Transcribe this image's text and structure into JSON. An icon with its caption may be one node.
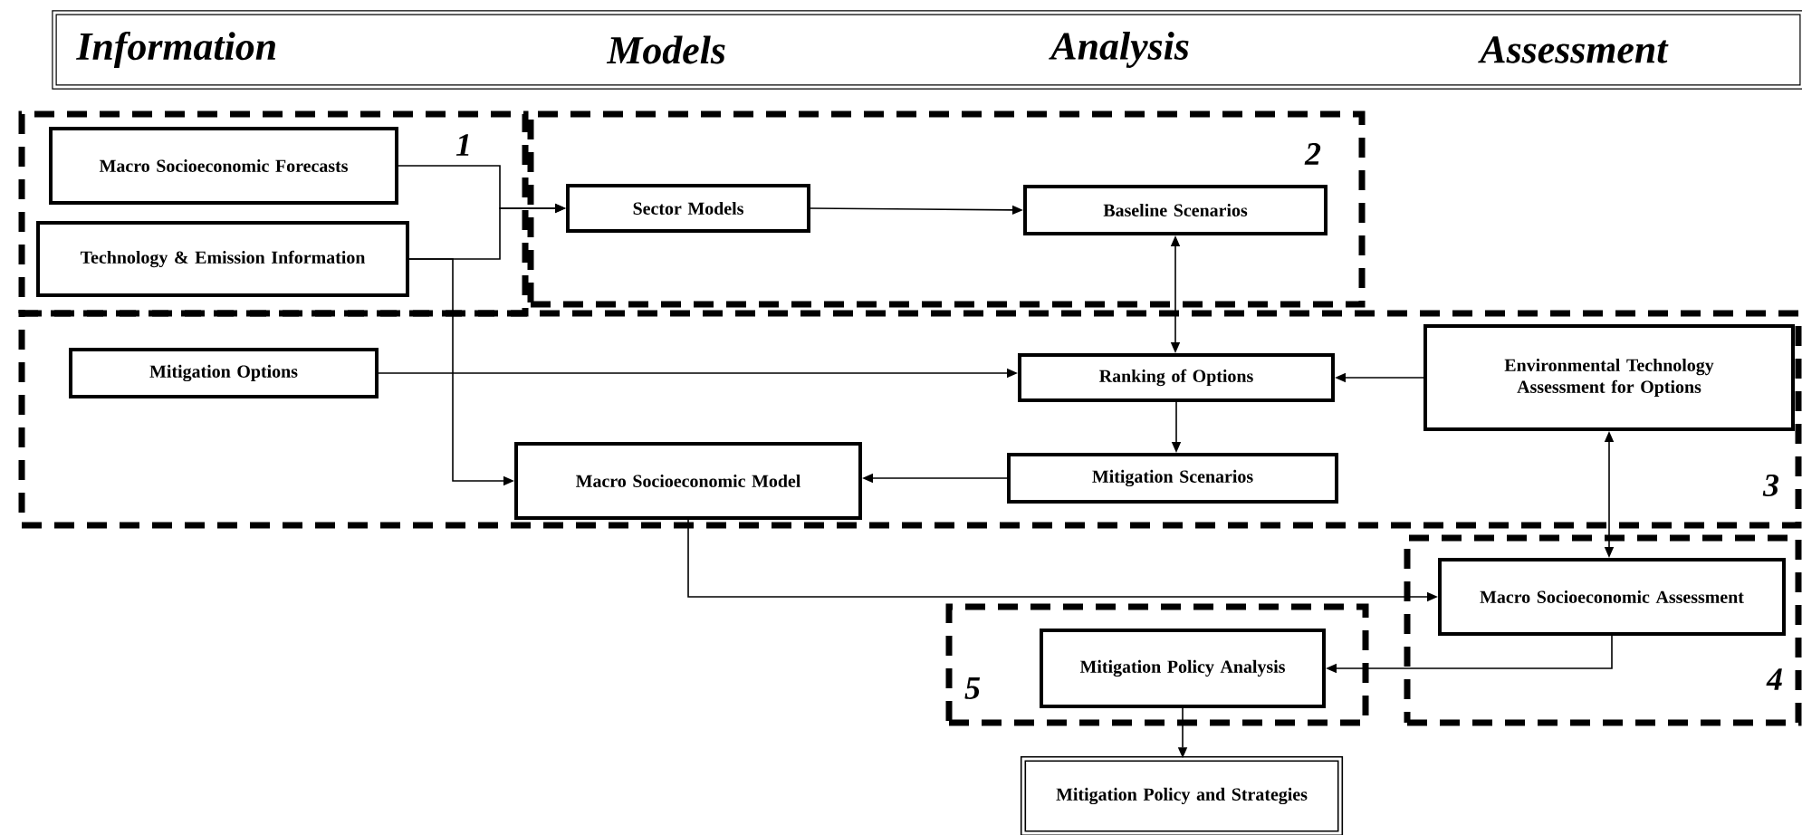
{
  "diagram": {
    "nodes": [
      {
        "text": [
          "Information",
          "Models",
          "Analysis",
          "Assessment"
        ]
      },
      {
        "text": [
          "1"
        ]
      },
      {
        "text": [
          "Macro Socioeconomic Forecasts"
        ],
        "in": 1
      },
      {
        "text": [
          "Technology & Emission Information"
        ],
        "in": 1
      },
      {
        "text": [
          "2"
        ]
      },
      {
        "text": [
          "Sector Models"
        ],
        "in": 4
      },
      {
        "text": [
          "Baseline Scenarios"
        ],
        "in": 4
      },
      {
        "text": [
          "3"
        ]
      },
      {
        "text": [
          "Mitigation Options"
        ],
        "in": 7
      },
      {
        "text": [
          "Ranking of Options"
        ],
        "in": 7
      },
      {
        "text": [
          "Environmental Technology Assessment for Options"
        ],
        "in": 7
      },
      {
        "text": [
          "Macro Socioeconomic Model"
        ],
        "in": 7
      },
      {
        "text": [
          "Mitigation Scenarios"
        ],
        "in": 7
      },
      {
        "text": [
          "4"
        ]
      },
      {
        "text": [
          "Macro Socioeconomic Assessment"
        ],
        "in": 13
      },
      {
        "text": [
          "5"
        ]
      },
      {
        "text": [
          "Mitigation Policy Analysis"
        ],
        "in": 15
      },
      {
        "text": [
          "Mitigation Policy and Strategies"
        ]
      }
    ],
    "edges": [
      {
        "from": 2,
        "to": 5,
        "arrow": "to"
      },
      {
        "from": 3,
        "to": 5,
        "arrow": "to"
      },
      {
        "from": 3,
        "to": 11,
        "arrow": "to"
      },
      {
        "from": 5,
        "to": 6,
        "arrow": "to"
      },
      {
        "from": 6,
        "to": 9,
        "arrow": "both"
      },
      {
        "from": 8,
        "to": 9,
        "arrow": "to"
      },
      {
        "from": 10,
        "to": 9,
        "arrow": "to"
      },
      {
        "from": 9,
        "to": 12,
        "arrow": "to"
      },
      {
        "from": 12,
        "to": 11,
        "arrow": "to"
      },
      {
        "from": 10,
        "to": 14,
        "arrow": "both"
      },
      {
        "from": 11,
        "to": 14,
        "arrow": "to"
      },
      {
        "from": 14,
        "to": 16,
        "arrow": "to"
      },
      {
        "from": 16,
        "to": 17,
        "arrow": "to"
      }
    ]
  }
}
